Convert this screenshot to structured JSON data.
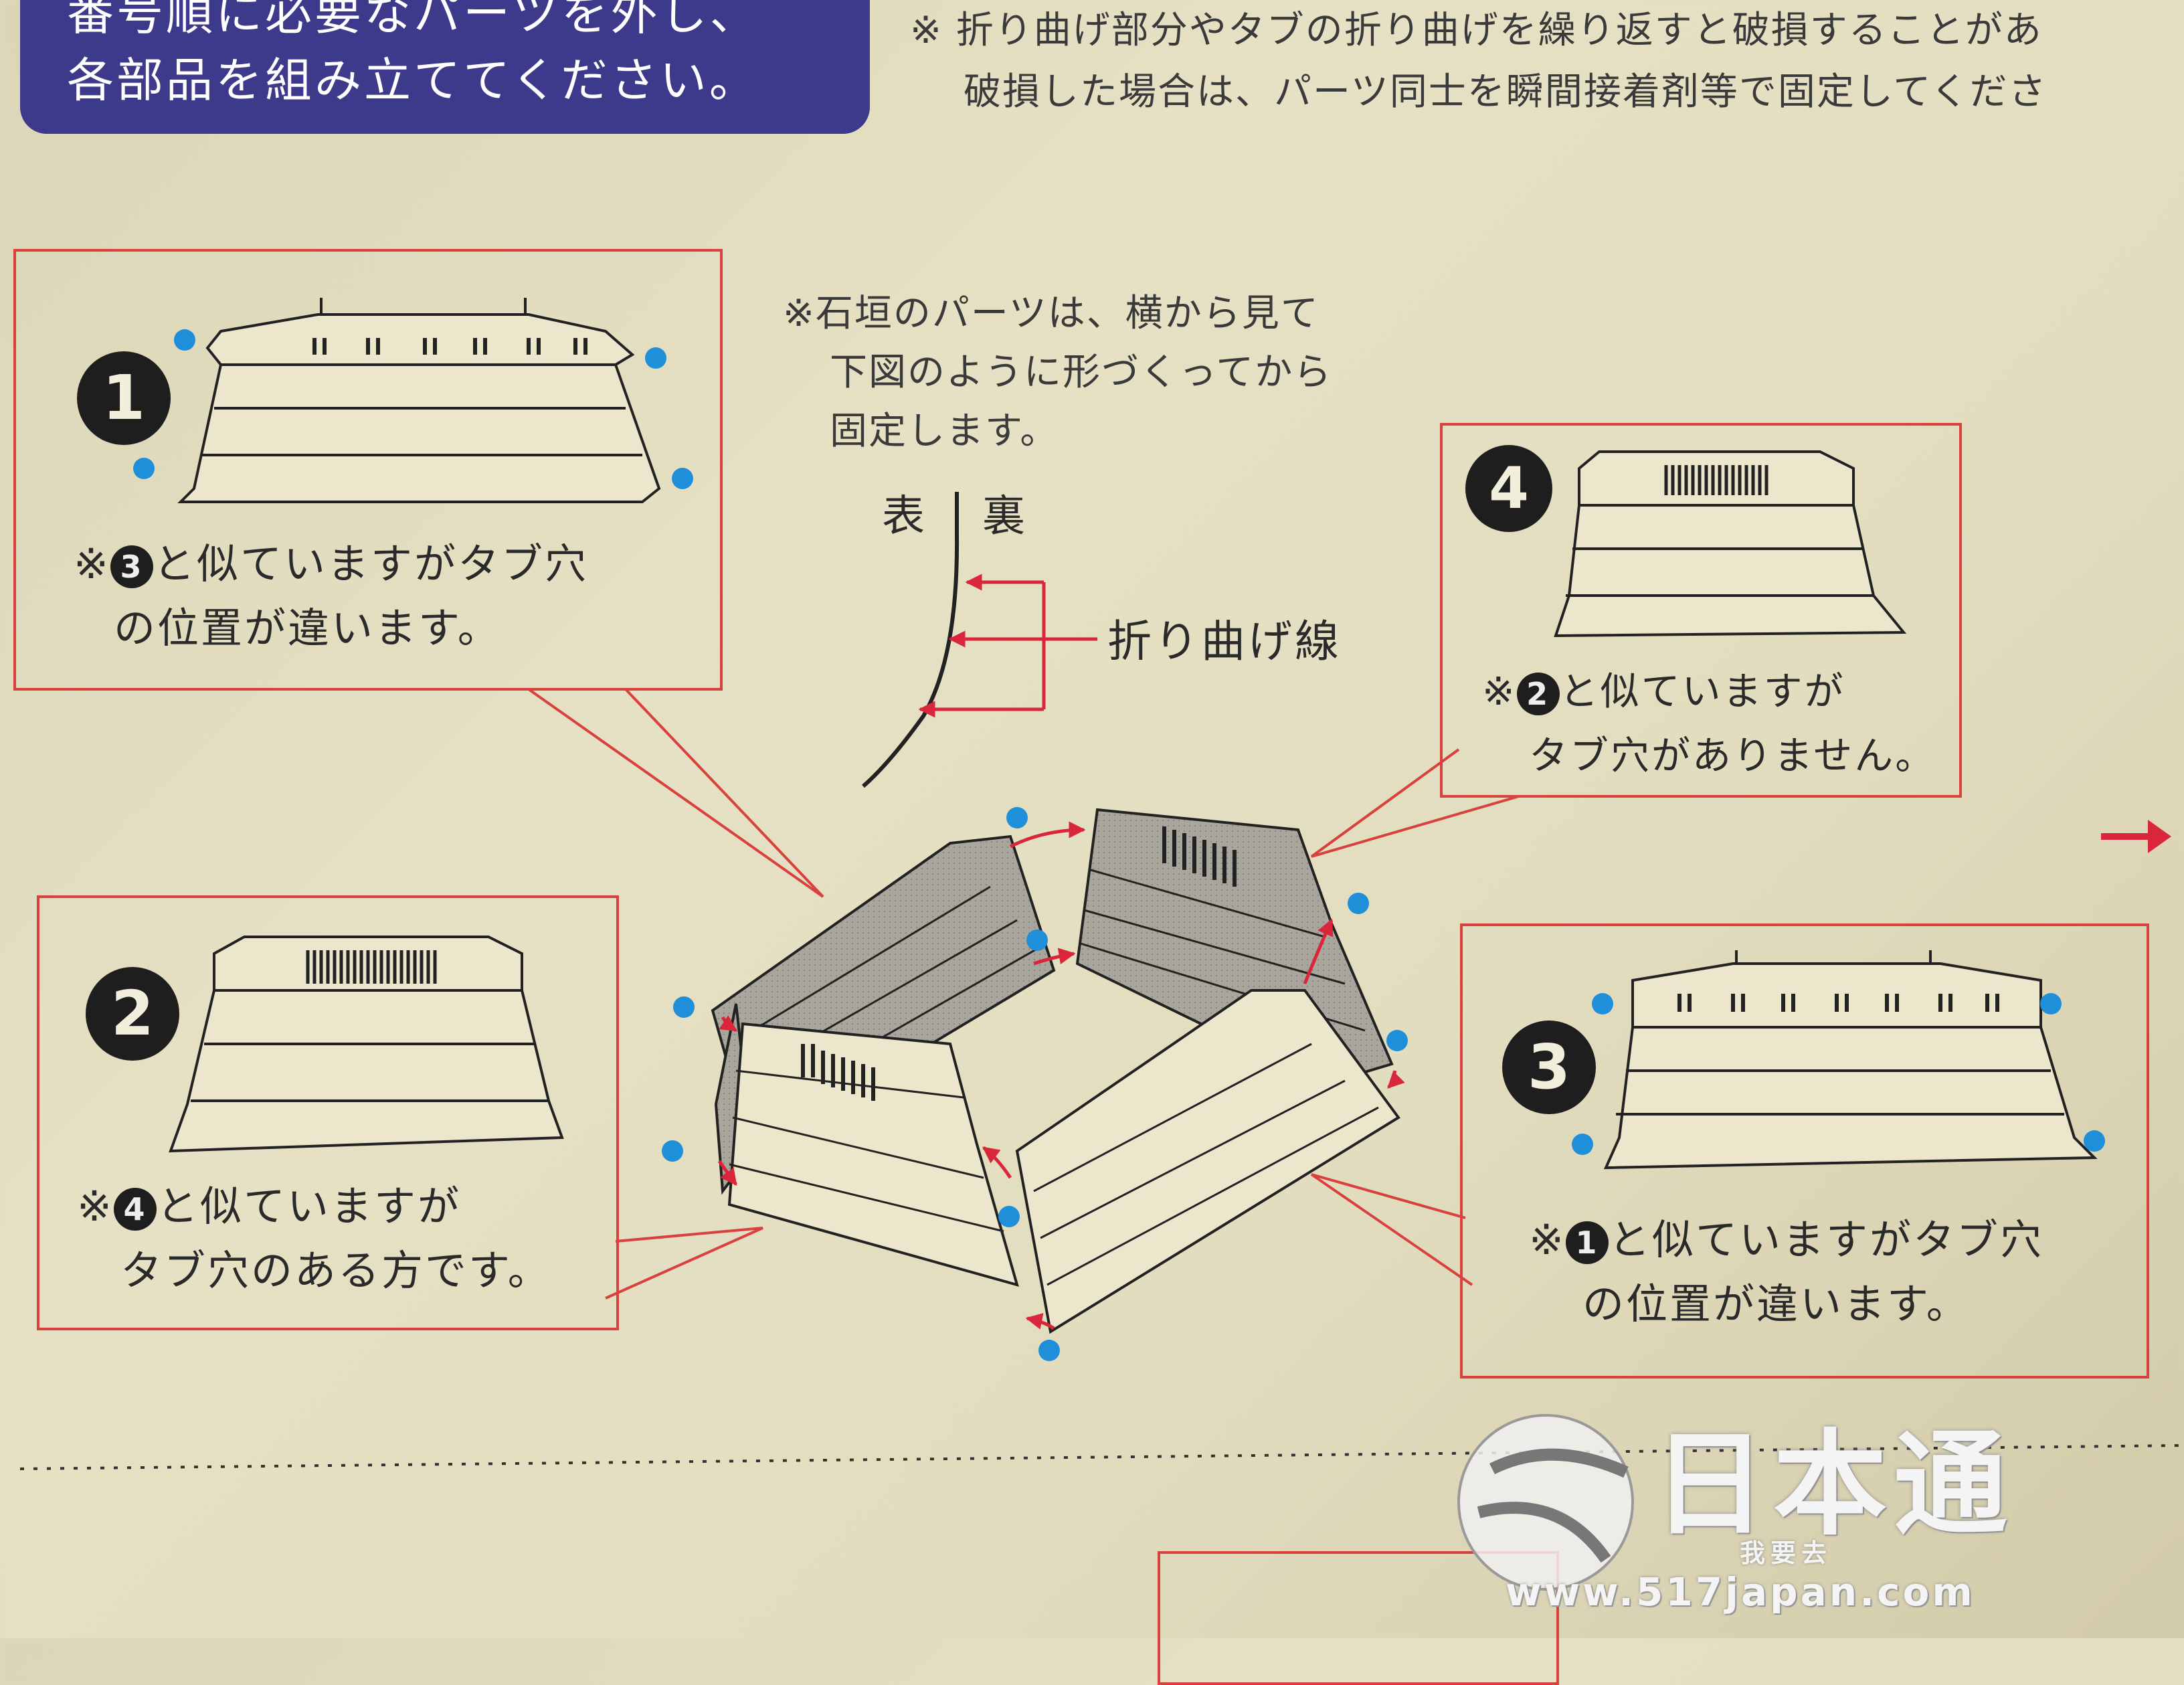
{
  "header": {
    "banner_line1": "番号順に必要なパーツを外し、",
    "banner_line2": "各部品を組み立ててください。",
    "note_line1": "※ 折り曲げ部分やタブの折り曲げを繰り返すと破損することがあ",
    "note_line2": "破損した場合は、パーツ同士を瞬間接着剤等で固定してくださ"
  },
  "fold_diagram": {
    "note_line1": "※石垣のパーツは、横から見て",
    "note_line2": "下図のように形づくってから",
    "note_line3": "固定します。",
    "front_label": "表",
    "back_label": "裏",
    "fold_line_label": "折り曲げ線"
  },
  "parts": [
    {
      "number": "1",
      "caption_line1_ref": "3",
      "caption_line1": "と似ていますがタブ穴",
      "caption_line2": "の位置が違います。"
    },
    {
      "number": "2",
      "caption_line1_ref": "4",
      "caption_line1": "と似ていますが",
      "caption_line2": "タブ穴のある方です。"
    },
    {
      "number": "3",
      "caption_line1_ref": "1",
      "caption_line1": "と似ていますがタブ穴",
      "caption_line2": "の位置が違います。"
    },
    {
      "number": "4",
      "caption_line1_ref": "2",
      "caption_line1": "と似ていますが",
      "caption_line2": "タブ穴がありません。"
    }
  ],
  "note_mark": "※",
  "watermark": {
    "brand": "日本通",
    "sub": "我要去",
    "url": "www.517japan.com"
  },
  "colors": {
    "banner": "#3d3a8c",
    "callout_border": "#d9413e",
    "dot_blue": "#1e8fd8",
    "arrow_red": "#d9263a",
    "paper": "#e2dcbf"
  }
}
